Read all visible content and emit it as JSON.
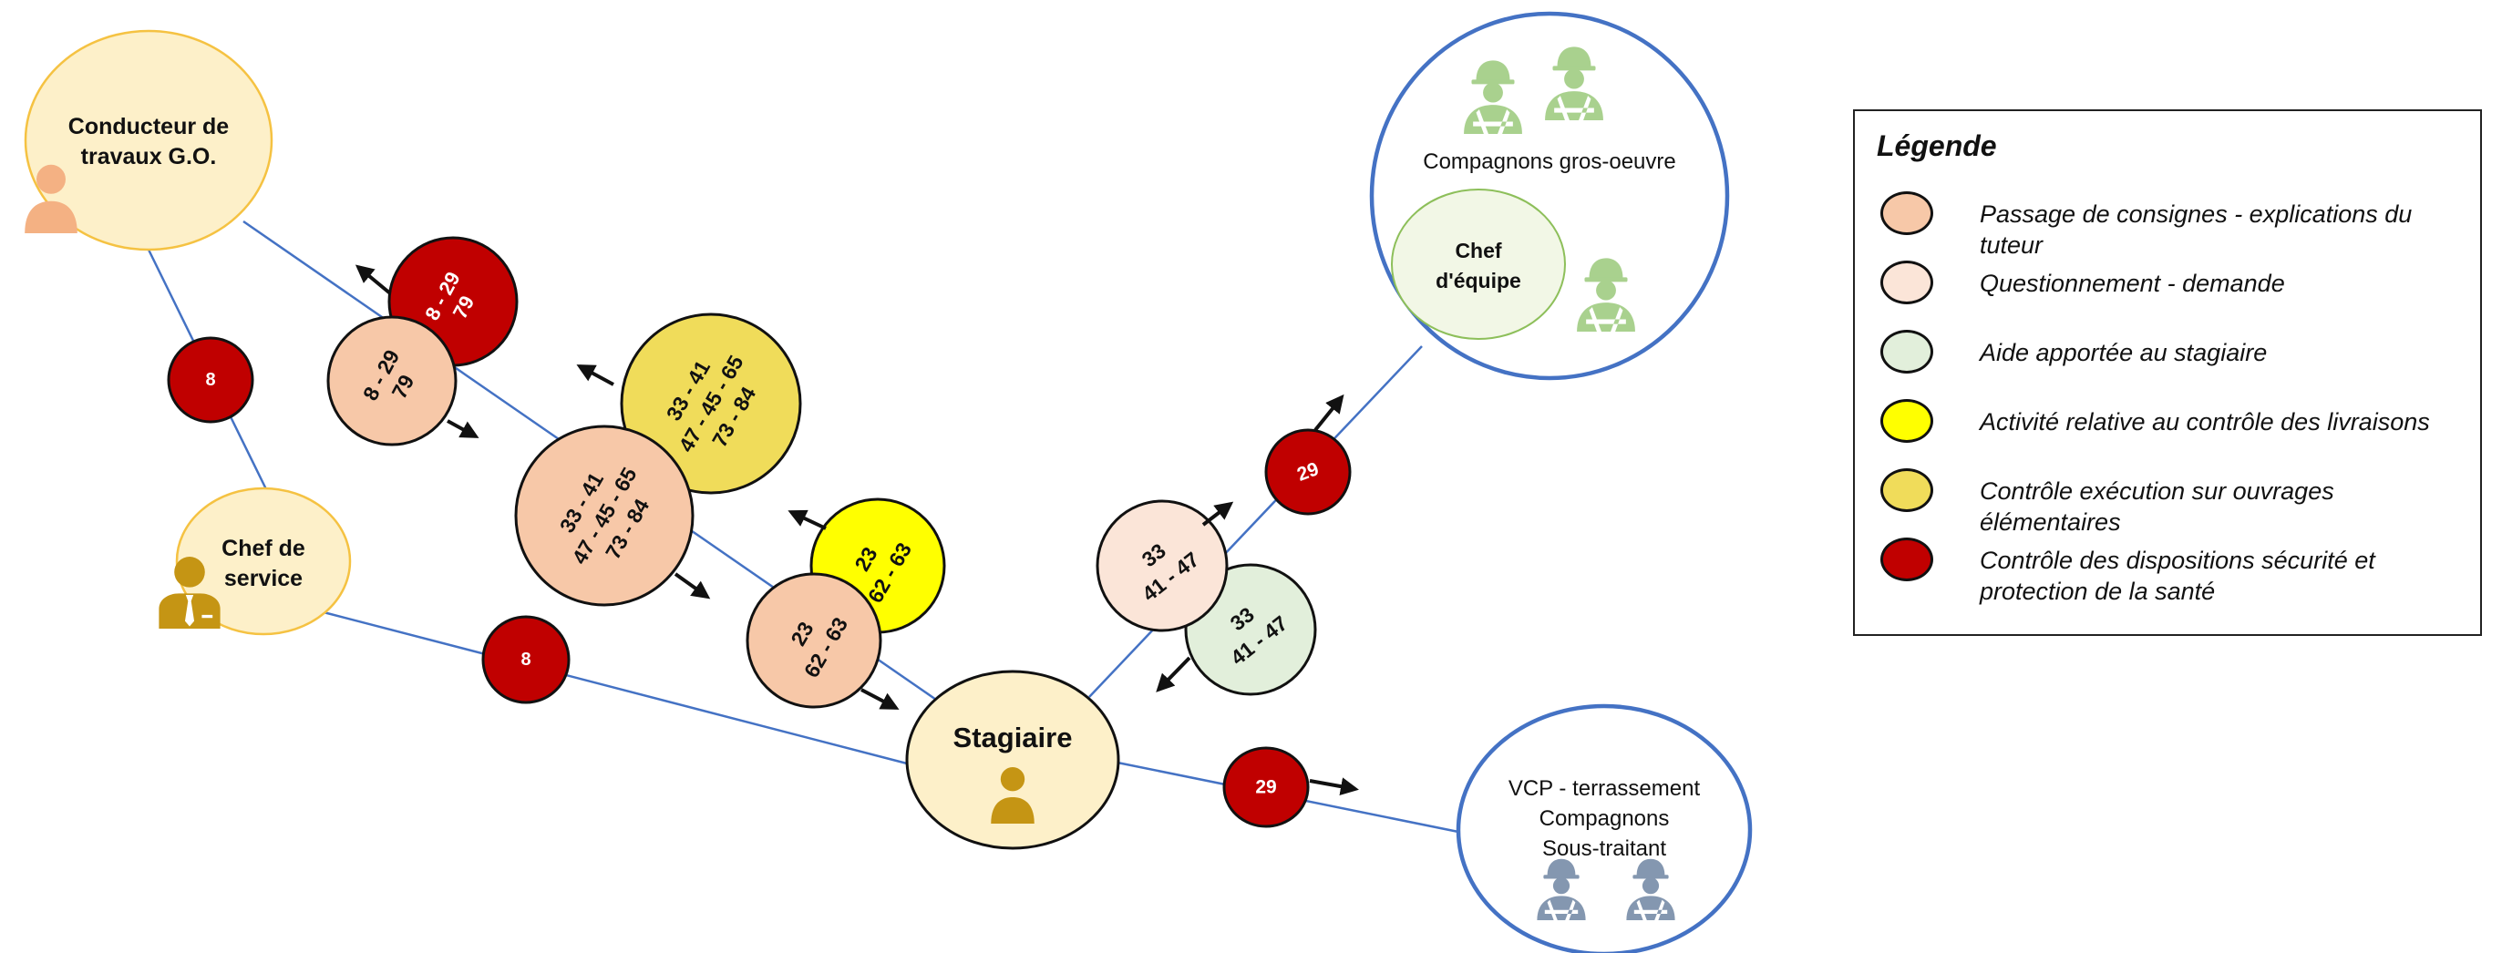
{
  "colors": {
    "line": "#4472c4",
    "node_fill": "#fdf0c9",
    "node_stroke": "#f5c242",
    "group_stroke": "#4472c4",
    "small_node_fill": "#f2f7e6",
    "small_node_stroke": "#8dbf5a",
    "consignes": "#f7c8a8",
    "questionnement": "#fbe5d8",
    "aide": "#e2efdb",
    "livraisons": "#ffff00",
    "ouvrages": "#f0dc5a",
    "securite": "#c00000",
    "person_gold": "#c59514",
    "person_salmon": "#f4b183",
    "worker_green": "#a9d18e",
    "worker_grey": "#8497b0",
    "arrow": "#111111"
  },
  "nodes": {
    "conducteur": {
      "line1": "Conducteur de",
      "line2": "travaux G.O.",
      "icon": "person-icon"
    },
    "chef_service": {
      "line1": "Chef de",
      "line2": "service",
      "icon": "businessman-icon"
    },
    "stagiaire": {
      "label": "Stagiaire",
      "icon": "person-icon"
    },
    "compagnons_go": {
      "label": "Compagnons gros-oeuvre",
      "icon": "worker-icon"
    },
    "chef_equipe": {
      "line1": "Chef",
      "line2": "d'équipe",
      "icon": "worker-icon"
    },
    "vcp": {
      "line1": "VCP - terrassement",
      "line2": "Compagnons",
      "line3": "Sous-traitant",
      "icon": "worker-icon"
    }
  },
  "bubbles": {
    "b8_top": {
      "lines": [
        "8"
      ],
      "category": "securite"
    },
    "b8_bottom": {
      "lines": [
        "8"
      ],
      "category": "securite"
    },
    "b829_red": {
      "lines": [
        "8 - 29",
        "79"
      ],
      "category": "securite"
    },
    "b829_salmon": {
      "lines": [
        "8 - 29",
        "79"
      ],
      "category": "consignes"
    },
    "b33_yellow": {
      "lines": [
        "33 - 41",
        "47 - 45 - 65",
        "73 - 84"
      ],
      "category": "ouvrages"
    },
    "b33_salmon": {
      "lines": [
        "33 - 41",
        "47 - 45 - 65",
        "73 - 84"
      ],
      "category": "consignes"
    },
    "b23_yellow": {
      "lines": [
        "23",
        "62 - 63"
      ],
      "category": "livraisons"
    },
    "b23_salmon": {
      "lines": [
        "23",
        "62 - 63"
      ],
      "category": "consignes"
    },
    "b33_peach": {
      "lines": [
        "33",
        "41 - 47"
      ],
      "category": "questionnement"
    },
    "b33_green": {
      "lines": [
        "33",
        "41 - 47"
      ],
      "category": "aide"
    },
    "b29_upper": {
      "lines": [
        "29"
      ],
      "category": "securite"
    },
    "b29_lower": {
      "lines": [
        "29"
      ],
      "category": "securite"
    }
  },
  "legend": {
    "title": "Légende",
    "items": [
      {
        "label": "Passage de consignes - explications du tuteur",
        "color": "#f7c8a8"
      },
      {
        "label": "Questionnement - demande",
        "color": "#fbe5d8"
      },
      {
        "label": "Aide apportée au stagiaire",
        "color": "#e2efdb"
      },
      {
        "label": "Activité relative au contrôle des livraisons",
        "color": "#ffff00"
      },
      {
        "label": "Contrôle exécution sur ouvrages élémentaires",
        "color": "#f0dc5a"
      },
      {
        "label": "Contrôle des dispositions sécurité et protection de la santé",
        "color": "#c00000"
      }
    ]
  }
}
